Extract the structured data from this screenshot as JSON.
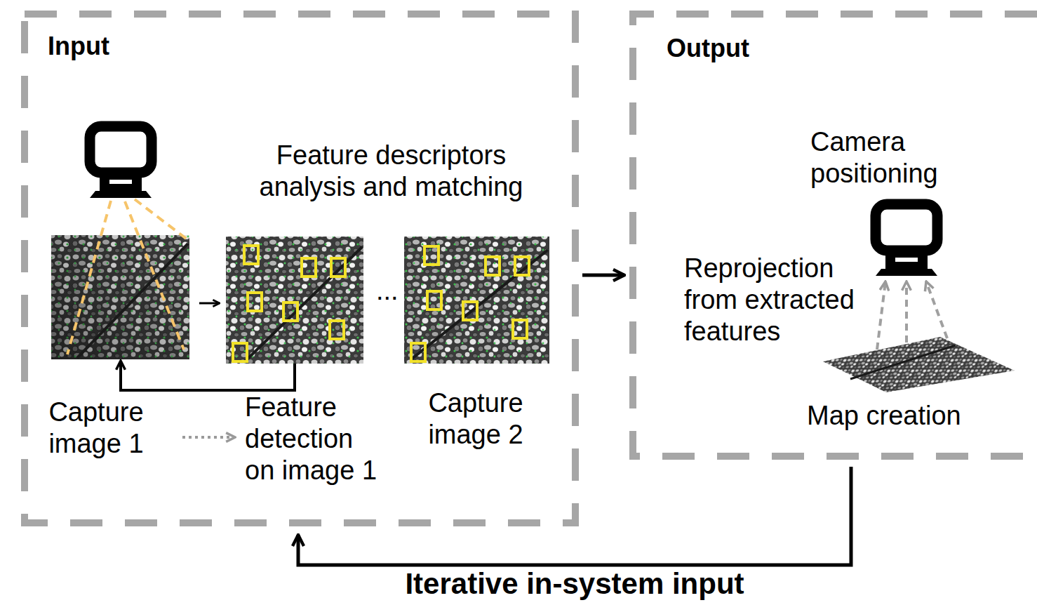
{
  "diagram": {
    "nodes": [
      {
        "text": [
          "Input"
        ]
      },
      {
        "text": [
          "Capture image 1"
        ],
        "in": 0
      },
      {
        "text": [
          "Feature detection on image 1"
        ],
        "in": 0
      },
      {
        "text": [
          "Capture image 2"
        ],
        "in": 0
      },
      {
        "text": [
          "Output"
        ]
      },
      {
        "text": [
          "Camera positioning"
        ],
        "in": 4
      },
      {
        "text": [
          "Map creation"
        ],
        "in": 4
      }
    ],
    "edges": [
      {
        "from": 1,
        "to": 2,
        "arrow": "to"
      },
      {
        "from": 2,
        "to": 1,
        "arrow": "to"
      },
      {
        "from": 1,
        "to": 2,
        "arrow": "to"
      },
      {
        "from": 0,
        "to": 4,
        "arrow": "to"
      },
      {
        "from": 4,
        "to": 0,
        "arrow": "to",
        "label": "Iterative in-system input"
      },
      {
        "from": 6,
        "to": 5,
        "arrow": "to"
      }
    ],
    "labels": [
      "Feature descriptors analysis and matching",
      "...",
      "Reprojection from extracted features"
    ]
  }
}
